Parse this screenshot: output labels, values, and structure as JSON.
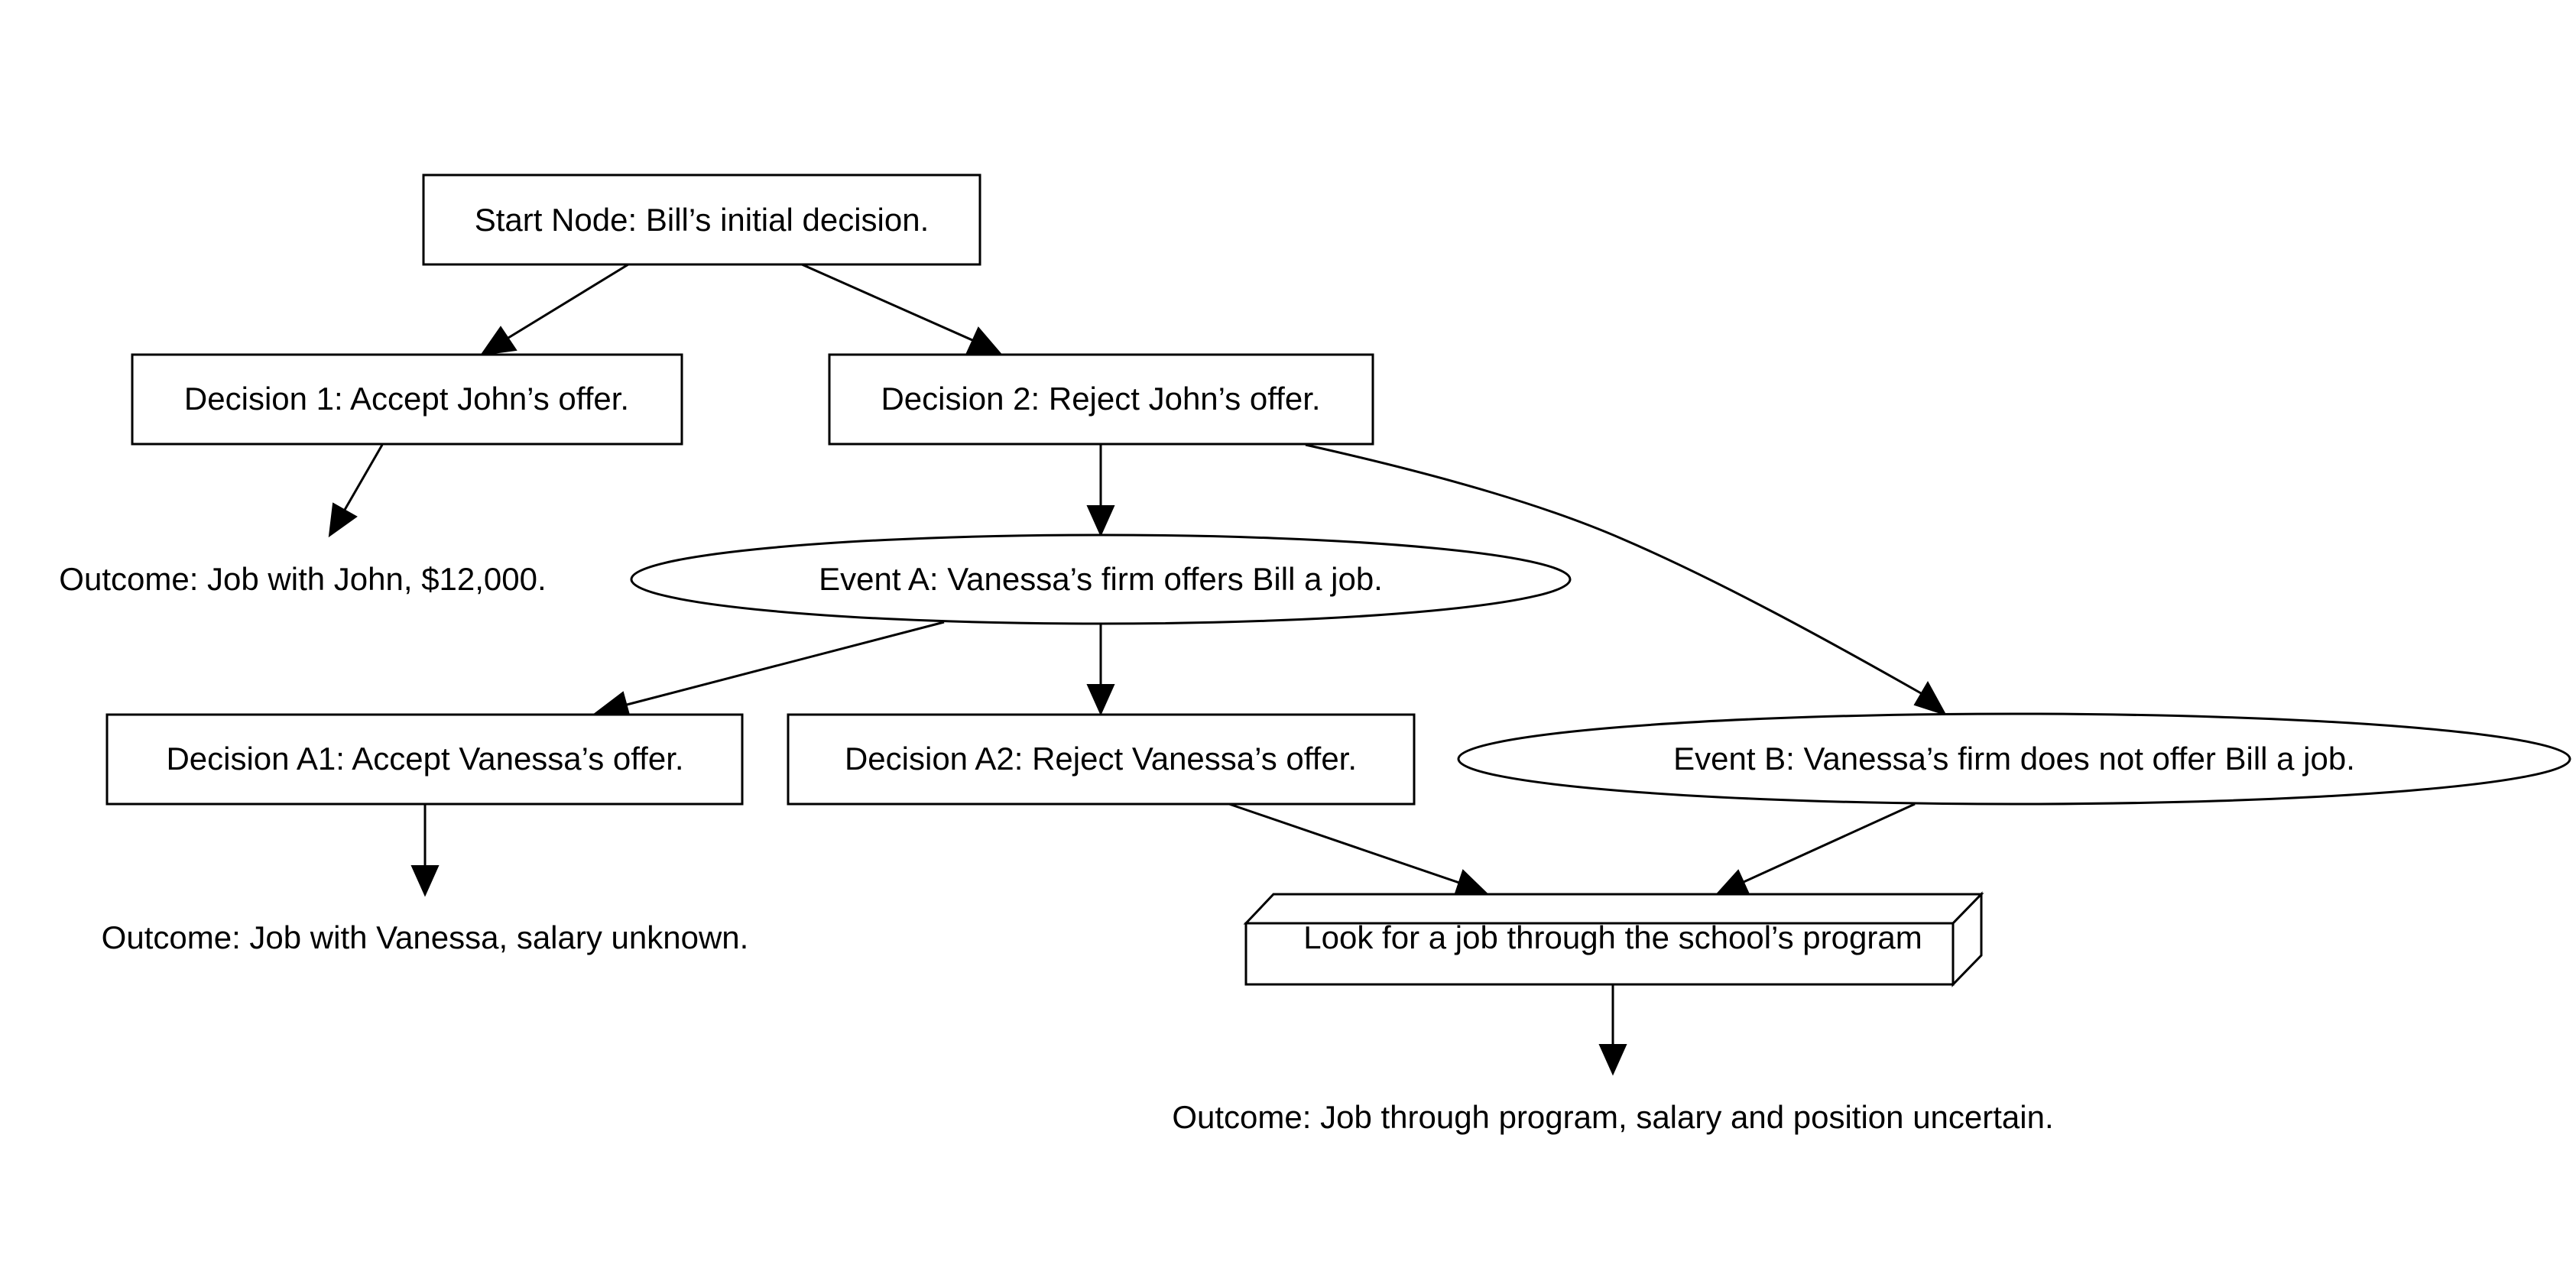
{
  "nodes": {
    "start": {
      "label": "Start Node: Bill’s initial decision."
    },
    "decision_1": {
      "label": "Decision 1: Accept John’s offer."
    },
    "decision_2": {
      "label": "Decision 2: Reject John’s offer."
    },
    "outcome_john": {
      "label": "Outcome: Job with John, $12,000."
    },
    "event_a": {
      "label": "Event A: Vanessa’s firm offers Bill a job."
    },
    "decision_a1": {
      "label": "Decision A1: Accept Vanessa’s offer."
    },
    "decision_a2": {
      "label": "Decision A2: Reject Vanessa’s offer."
    },
    "event_b": {
      "label": "Event B: Vanessa’s firm does not offer Bill a job."
    },
    "outcome_vanessa": {
      "label": "Outcome: Job with Vanessa, salary unknown."
    },
    "program": {
      "label": "Look for a job through the school’s program"
    },
    "outcome_program": {
      "label": "Outcome: Job through program, salary and position uncertain."
    }
  },
  "edges": [
    {
      "from": "start",
      "to": "decision_1"
    },
    {
      "from": "start",
      "to": "decision_2"
    },
    {
      "from": "decision_1",
      "to": "outcome_john"
    },
    {
      "from": "decision_2",
      "to": "event_a"
    },
    {
      "from": "decision_2",
      "to": "event_b"
    },
    {
      "from": "event_a",
      "to": "decision_a1"
    },
    {
      "from": "event_a",
      "to": "decision_a2"
    },
    {
      "from": "decision_a1",
      "to": "outcome_vanessa"
    },
    {
      "from": "decision_a2",
      "to": "program"
    },
    {
      "from": "event_b",
      "to": "program"
    },
    {
      "from": "program",
      "to": "outcome_program"
    }
  ]
}
